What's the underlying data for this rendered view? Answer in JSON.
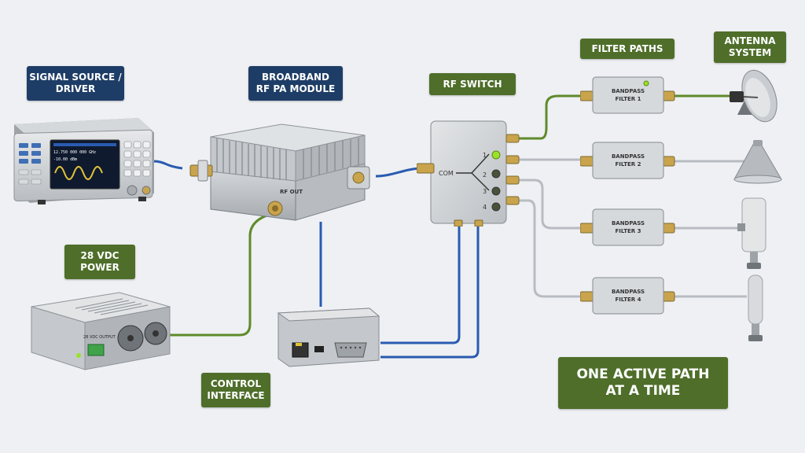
{
  "colors": {
    "background": "#eef0f3",
    "label_navy": "#1e3d66",
    "label_olive": "#4e6e2a",
    "rf_cable": "#2a5bb0",
    "dc_cable": "#5f8a2a",
    "filter_cable": "#b8bcc2",
    "active_led": "#9be12a"
  },
  "labels": {
    "signal_source": [
      "SIGNAL SOURCE /",
      "DRIVER"
    ],
    "pa_module": [
      "BROADBAND",
      "RF PA MODULE"
    ],
    "rf_switch": [
      "RF SWITCH"
    ],
    "filter_paths": [
      "FILTER PATHS"
    ],
    "antenna_system": [
      "ANTENNA",
      "SYSTEM"
    ],
    "power": [
      "28 VDC",
      "POWER"
    ],
    "control_interface": [
      "CONTROL",
      "INTERFACE"
    ],
    "note": [
      "ONE ACTIVE PATH",
      "AT A TIME"
    ]
  },
  "signal_generator": {
    "frequency": "12.750 000 000 GHz",
    "level": "-10.00 dBm"
  },
  "pa": {
    "port_label": "RF OUT"
  },
  "power_supply": {
    "output_label": "28 VDC OUTPUT"
  },
  "rf_switch": {
    "common_label": "COM",
    "ports": [
      "1",
      "2",
      "3",
      "4"
    ],
    "active_port": "1"
  },
  "filters": [
    [
      "BANDPASS",
      "FILTER 1"
    ],
    [
      "BANDPASS",
      "FILTER 2"
    ],
    [
      "BANDPASS",
      "FILTER 3"
    ],
    [
      "BANDPASS",
      "FILTER 4"
    ]
  ],
  "antennas": [
    "dish-antenna-icon",
    "horn-antenna-icon",
    "panel-antenna-icon",
    "omni-antenna-icon"
  ]
}
